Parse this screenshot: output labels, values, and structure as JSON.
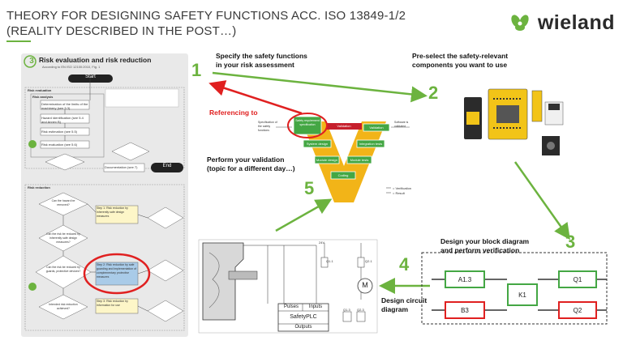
{
  "title": {
    "line1": "THEORY FOR DESIGNING SAFETY FUNCTIONS ACC. ISO 13849-1/2",
    "line2": "(REALITY DESCRIBED IN THE POST…)"
  },
  "logo": {
    "text": "wieland",
    "icon": "wieland-flower-icon",
    "color": "#6cb33f"
  },
  "colors": {
    "accent": "#6cb33f",
    "red": "#e02020",
    "yellow": "#f2b418"
  },
  "panel": {
    "number": "3",
    "title": "Risk evaluation and risk reduction",
    "subtitle": "According to EN ISO 12100:2010, Fig. 1",
    "start": "Start",
    "end": "End",
    "risk_evaluation": "Risk evaluation",
    "risk_analysis": "Risk analysis",
    "risk_reduction": "Risk reduction",
    "boxes": [
      "Determination of the limits of the machinery (see 5.3)",
      "Hazard identification (see 5.4 and Annex B)",
      "Risk estimation (see 5.5)",
      "Risk evaluation (see 5.6)",
      "Documentation (see 7)"
    ],
    "questions": [
      "Can the hazard be removed?",
      "Can the risk be reduced by inherently safe design measures?",
      "Can the risk be reduced by guards, protective devices?",
      "Intended risk reduction achieved?"
    ],
    "steps": [
      "Step 1: Risk reduction by inherently safe design measures",
      "Step 2: Risk reduction by safe guarding and implementation of complementary protective measures",
      "Step 3: Risk reduction by information for use"
    ]
  },
  "steps": [
    {
      "num": "1",
      "caption": [
        "Specify the safety functions",
        "in your risk assessment"
      ]
    },
    {
      "num": "2",
      "caption": [
        "Pre-select the safety-relevant",
        "components you want to use"
      ]
    },
    {
      "num": "3",
      "caption": [
        "Design your block diagram",
        "and perform verification"
      ]
    },
    {
      "num": "4",
      "caption": [
        "Design circuit",
        "diagram"
      ]
    },
    {
      "num": "5",
      "caption": [
        "Perform your validation",
        "(topic for a different day…)"
      ]
    }
  ],
  "referencing": "Referencing to",
  "vmodel": {
    "left_top": "Safety requirement specification",
    "validation": "Validation",
    "right_top": "Validation",
    "system_design": "System design",
    "integration_tests": "Integration tests",
    "module_design": "Module design",
    "module_tests": "Module tests",
    "coding": "Coding",
    "spec_label": "Specification of the safety functions",
    "result_label": "Software is validated",
    "legend1": "= Verification",
    "legend2": "= Result"
  },
  "block_diagram": {
    "blocks": [
      "A1.3",
      "B3",
      "K1",
      "Q1",
      "Q2"
    ]
  },
  "circuit": {
    "plc_pulses": "Pulses",
    "plc_inputs": "Inputs",
    "plc_name": "SafetyPLC",
    "plc_outputs": "Outputs",
    "motor": "M",
    "voltage": "24V",
    "q1": "Q1.1",
    "q2": "Q2.1",
    "q3": "Q1.3",
    "q4": "Q2.3"
  }
}
